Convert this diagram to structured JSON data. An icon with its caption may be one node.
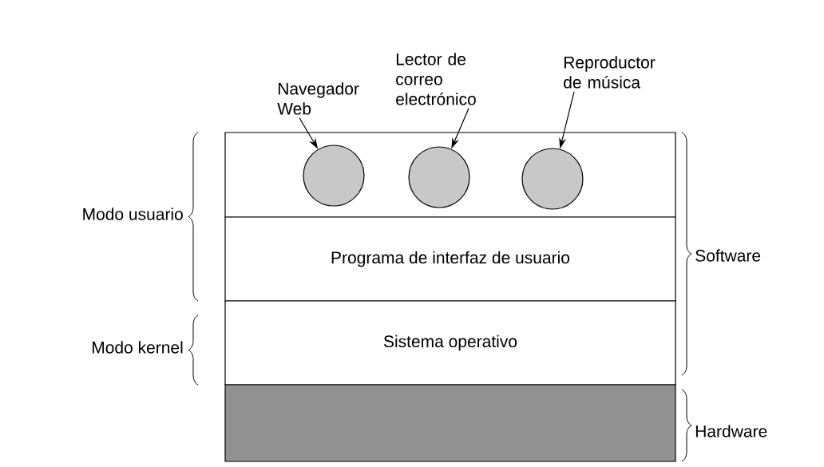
{
  "diagram": {
    "nodes": [
      {
        "text": [],
        "shape": "box"
      },
      {
        "text": [],
        "shape": "circle",
        "in": 0
      },
      {
        "text": [],
        "shape": "circle",
        "in": 0
      },
      {
        "text": [],
        "shape": "circle",
        "in": 0
      },
      {
        "text": [
          "Programa de interfaz de usuario"
        ]
      },
      {
        "text": [
          "Sistema operativo"
        ]
      },
      {
        "text": [],
        "shape": "box"
      },
      {
        "text": [
          "Navegador Web"
        ]
      },
      {
        "text": [
          "Lector de correo electrónico"
        ]
      },
      {
        "text": [
          "Reproductor de música"
        ]
      }
    ],
    "edges": [
      {
        "from": 7,
        "to": 1,
        "arrow": "to"
      },
      {
        "from": 8,
        "to": 2,
        "arrow": "to"
      },
      {
        "from": 9,
        "to": 3,
        "arrow": "to"
      }
    ],
    "labels": [
      "Modo usuario",
      "Software",
      "Modo kernel",
      "Hardware"
    ]
  }
}
